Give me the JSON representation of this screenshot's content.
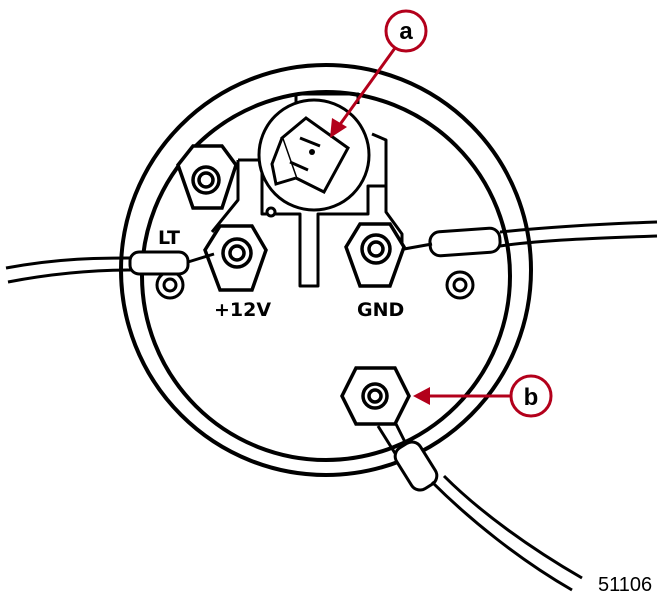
{
  "labels": {
    "lt": "LT",
    "plus12v": "+12V",
    "gnd": "GND"
  },
  "callouts": {
    "a": "a",
    "b": "b"
  },
  "figure_number": "51106",
  "colors": {
    "callout": "#b3001b",
    "line": "#000000",
    "background": "#ffffff"
  }
}
